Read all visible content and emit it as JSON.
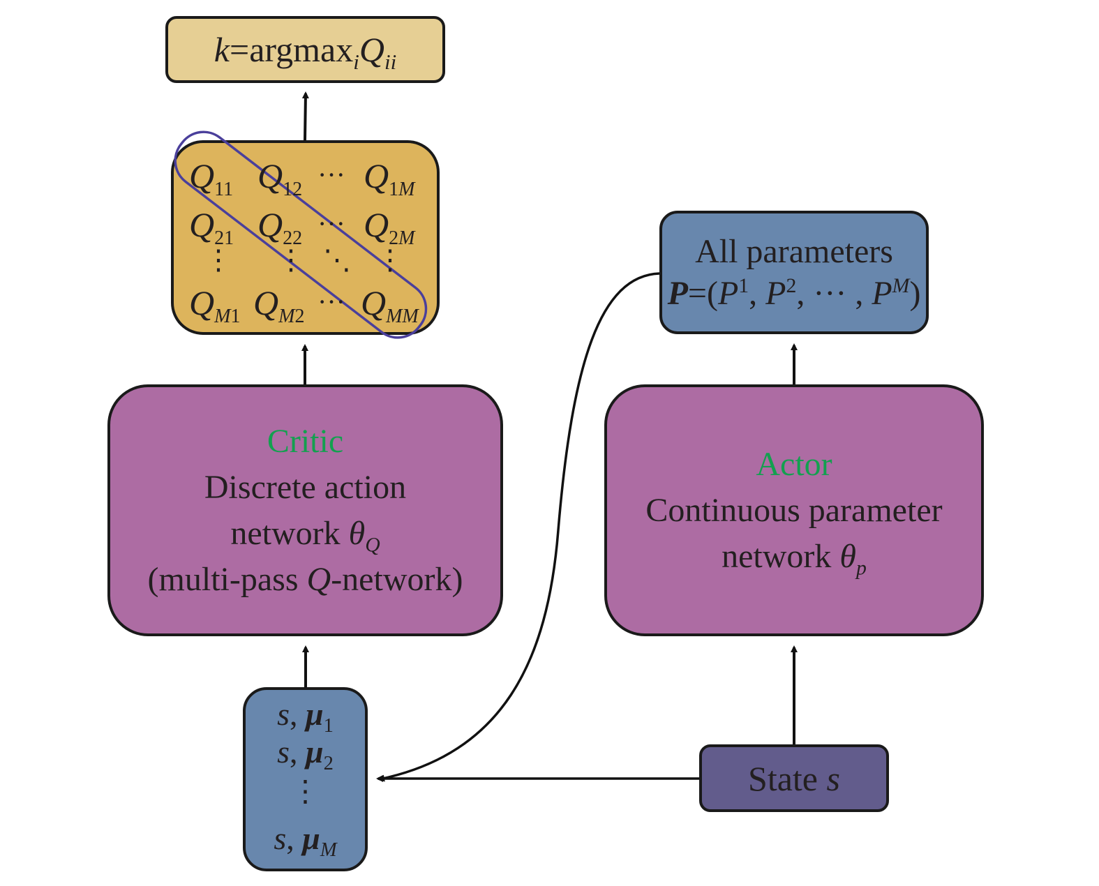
{
  "diagram": {
    "output_box": {
      "var": "k",
      "eq": "=argmax",
      "argmax_sub": "i",
      "q": "Q",
      "q_sub": "ii"
    },
    "q_matrix": {
      "symbol": "Q",
      "cells": [
        {
          "sub": "11"
        },
        {
          "sub": "12"
        },
        {
          "sub": "1",
          "sub_it": "M"
        },
        {
          "sub": "21"
        },
        {
          "sub": "22"
        },
        {
          "sub": "2",
          "sub_it": "M"
        },
        {
          "sub_it": "M",
          "sub": "1"
        },
        {
          "sub_it": "M",
          "sub": "2"
        },
        {
          "sub_it": "MM",
          "sub": ""
        }
      ],
      "hdots": "···",
      "vdots": "⋮",
      "ddots": "⋱",
      "highlight": "diagonal",
      "highlight_color": "#4a3f9b"
    },
    "params_box": {
      "line1": "All parameters",
      "bold_p": "P",
      "eq": "=(",
      "p": "P",
      "sup1": "1",
      "sep": ", ",
      "sup2": "2",
      "ellipsis": ", ··· , ",
      "supM": "M",
      "close": ")"
    },
    "critic_box": {
      "title": "Critic",
      "line1": "Discrete action",
      "line2_pre": "network ",
      "theta": "θ",
      "theta_sub": "Q",
      "line3_pre": "(multi-pass ",
      "line3_q": "Q",
      "line3_post": "-network)"
    },
    "actor_box": {
      "title": "Actor",
      "line1": "Continuous parameter",
      "line2_pre": "network ",
      "theta": "θ",
      "theta_sub": "p"
    },
    "input_box": {
      "s": "s",
      "comma": ", ",
      "mu": "μ",
      "rows": [
        {
          "sub": "1"
        },
        {
          "sub": "2"
        },
        {
          "sub_it": "M"
        }
      ],
      "vdots": "⋮"
    },
    "state_box": {
      "label": "State ",
      "var": "s"
    },
    "colors": {
      "title_green": "#13a04f",
      "network_fill": "#ad6ca3",
      "params_fill": "#6887ad",
      "qmatrix_fill": "#ddb45c",
      "output_fill": "#e6cf94",
      "state_fill": "#625c8c"
    }
  }
}
